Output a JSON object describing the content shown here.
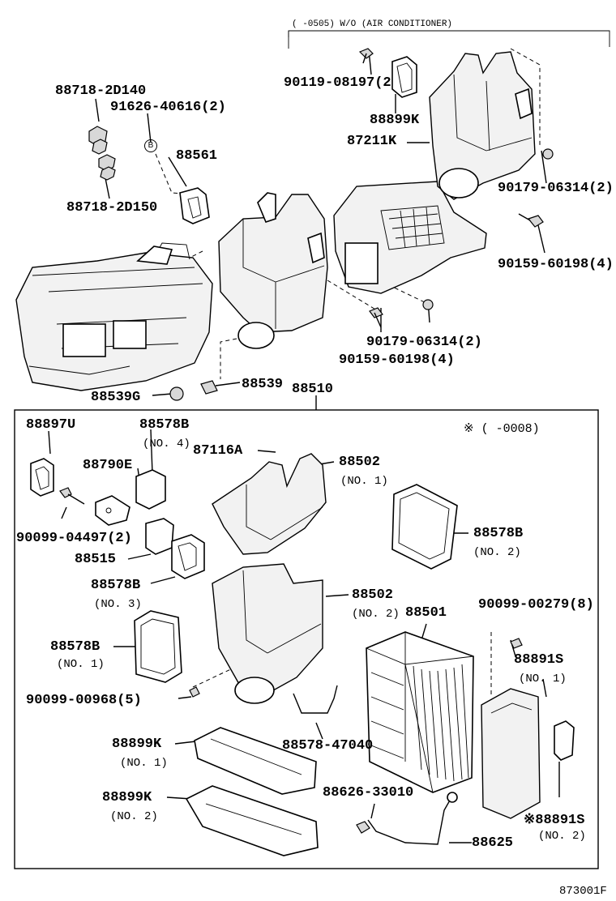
{
  "header_note": "(      -0505) W/O (AIR CONDITIONER)",
  "circle_mark": "B",
  "figure_id": "873001F",
  "box_note": "※ (        -0008)",
  "labels": {
    "p88718_2D140": "88718-2D140",
    "p91626_40616": "91626-40616(2)",
    "p88561": "88561",
    "p88718_2D150": "88718-2D150",
    "p90119_08197": "90119-08197(2",
    "p88899K_top": "88899K",
    "p87211K": "87211K",
    "p90179_06314_a": "90179-06314(2)",
    "p90159_60198_a": "90159-60198(4)",
    "p90179_06314_b": "90179-06314(2)",
    "p90159_60198_b": "90159-60198(4)",
    "p88539": "88539",
    "p88539G": "88539G",
    "p88510": "88510",
    "p88897U": "88897U",
    "p88578B_no4": "88578B",
    "p87116A": "87116A",
    "p88502_no1": "88502",
    "p88790E": "88790E",
    "p90099_04497": "90099-04497(2)",
    "p88515": "88515",
    "p88578B_no2": "88578B",
    "p88578B_no3": "88578B",
    "p88502_no2": "88502",
    "p88501": "88501",
    "p90099_00279": "90099-00279(8)",
    "p88578B_no1": "88578B",
    "p88891S_no1": "88891S",
    "p90099_00968": "90099-00968(5)",
    "p88899K_no1": "88899K",
    "p88578_47040": "88578-47040",
    "p88899K_no2": "88899K",
    "p88626_33010": "88626-33010",
    "p88891S_no2": "※88891S",
    "p88625": "88625"
  },
  "sublabels": {
    "no4": "(NO. 4)",
    "no1_88502": "(NO. 1)",
    "no2_88578B": "(NO. 2)",
    "no3_88578B": "(NO. 3)",
    "no2_88502": "(NO. 2)",
    "no1_88578B": "(NO. 1)",
    "no1_88891S": "(NO. 1)",
    "no1_88899K": "(NO. 1)",
    "no2_88899K": "(NO. 2)",
    "no2_88891S": "(NO. 2)"
  }
}
